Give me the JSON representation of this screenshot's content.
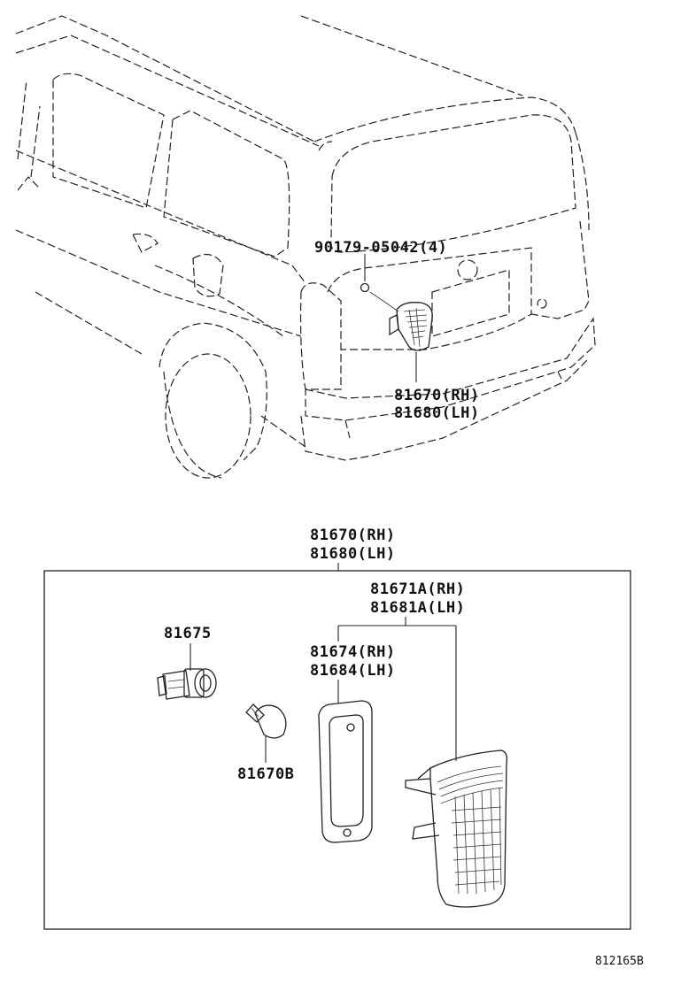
{
  "vehicle_view": {
    "bolt_label": "90179-05042(4)",
    "assembly_label_rh": "81670(RH)",
    "assembly_label_lh": "81680(LH)"
  },
  "exploded_view": {
    "assembly_label_rh": "81670(RH)",
    "assembly_label_lh": "81680(LH)",
    "lens_label_rh": "81671A(RH)",
    "lens_label_lh": "81681A(LH)",
    "gasket_label_rh": "81674(RH)",
    "gasket_label_lh": "81684(LH)",
    "socket_label": "81675",
    "bulb_label": "81670B"
  },
  "diagram_code": "812165B"
}
